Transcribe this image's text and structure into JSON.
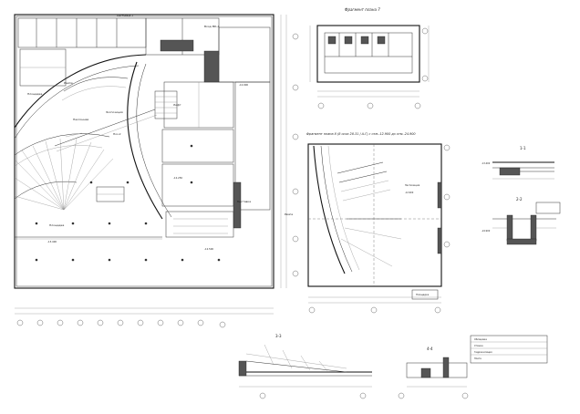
{
  "sheet": {
    "fragment_7_title": "Фрагмент плана 7",
    "fragment_8_title": "Фрагмент плана 8 (8 осях 28-31 / А-Г) с отм.-12.900 до отм.-24.900",
    "section_1_title": "1-1",
    "section_2_title": "2-2",
    "section_3_title": "3-3",
    "section_4_title": "4-4",
    "main_labels": [
      "Лестница 2",
      "Вход МК-4",
      "Площадка",
      "Рампа",
      "Наклонная",
      "Поз.2",
      "Экспозиция",
      "Лифт",
      "Выставка",
      "Площадка"
    ],
    "level_marks": [
      "-12.900",
      "-13.400",
      "-12.500",
      "-12.250",
      "-12.900",
      "-13.400",
      "-24.900"
    ],
    "notes_box": [
      "Облицовка",
      "Стяжка",
      "Гидроизоляция",
      "Плита"
    ],
    "fragment_8_labels": [
      "Рампа",
      "Площадка",
      "Экспозиция"
    ]
  },
  "colors": {
    "line": "#333333",
    "wall": "#555555",
    "paper": "#ffffff"
  }
}
